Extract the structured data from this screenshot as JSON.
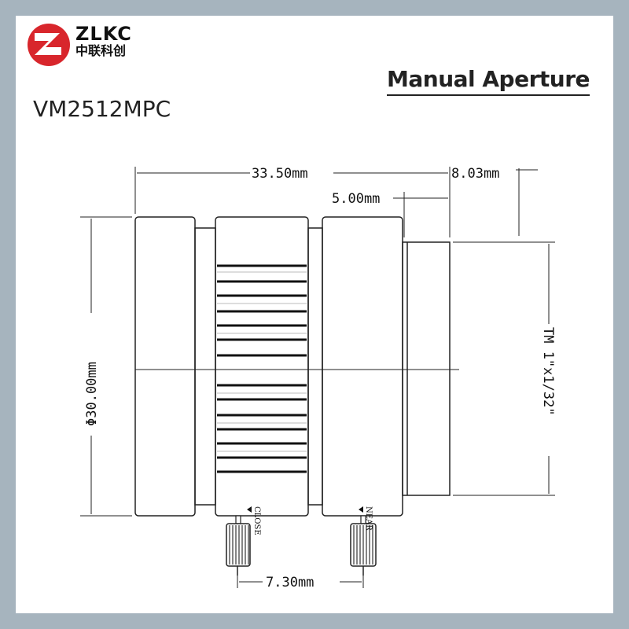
{
  "brand": {
    "name": "ZLKC",
    "subtitle": "中联科创",
    "accent_color": "#d8262c"
  },
  "header": {
    "title": "Manual Aperture",
    "model": "VM2512MPC"
  },
  "drawing": {
    "dim_total_length": "33.50mm",
    "dim_mount_length": "8.03mm",
    "dim_flange": "5.00mm",
    "dim_diameter": "Φ30.00mm",
    "dim_thread": "TM 1\"x1/32\"",
    "dim_knob_spacing": "7.30mm",
    "label_close": "CLOSE",
    "label_near": "NEAR"
  }
}
